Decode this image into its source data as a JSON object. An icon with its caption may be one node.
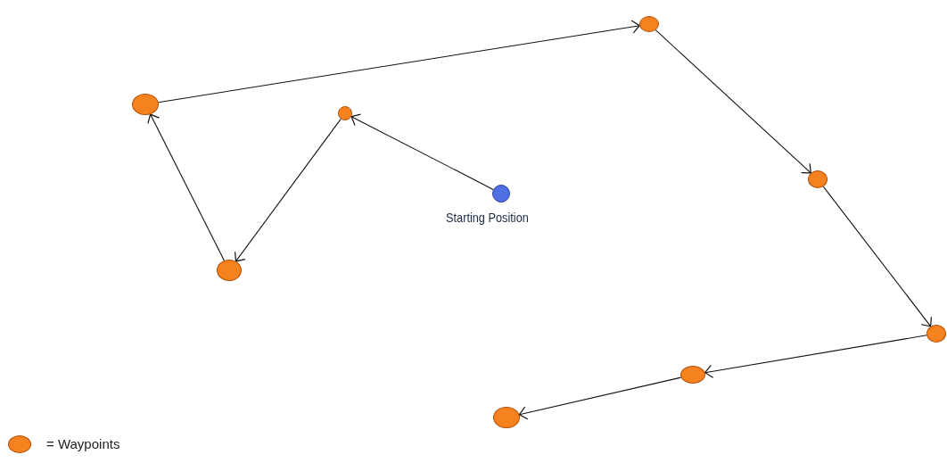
{
  "diagram": {
    "nodes": [
      {
        "text": [],
        "shape": "circle"
      },
      {
        "text": [],
        "shape": "circle"
      },
      {
        "text": [],
        "shape": "circle"
      },
      {
        "text": [],
        "shape": "circle"
      },
      {
        "text": [],
        "shape": "circle",
        "beside": [
          "Starting Position"
        ]
      },
      {
        "text": [],
        "shape": "circle"
      },
      {
        "text": [],
        "shape": "circle"
      },
      {
        "text": [],
        "shape": "circle"
      },
      {
        "text": [],
        "shape": "circle"
      }
    ],
    "edges": [
      {
        "from": 4,
        "to": 2,
        "arrow": "to"
      },
      {
        "from": 2,
        "to": 5,
        "arrow": "to"
      },
      {
        "from": 5,
        "to": 1,
        "arrow": "to"
      },
      {
        "from": 1,
        "to": 0,
        "arrow": "to"
      },
      {
        "from": 0,
        "to": 3,
        "arrow": "to"
      },
      {
        "from": 3,
        "to": 6,
        "arrow": "to"
      },
      {
        "from": 6,
        "to": 7,
        "arrow": "to"
      },
      {
        "from": 7,
        "to": 8,
        "arrow": "to"
      }
    ],
    "legend": [
      {
        "text": "= Waypoints",
        "color": "#f5821f"
      }
    ]
  }
}
